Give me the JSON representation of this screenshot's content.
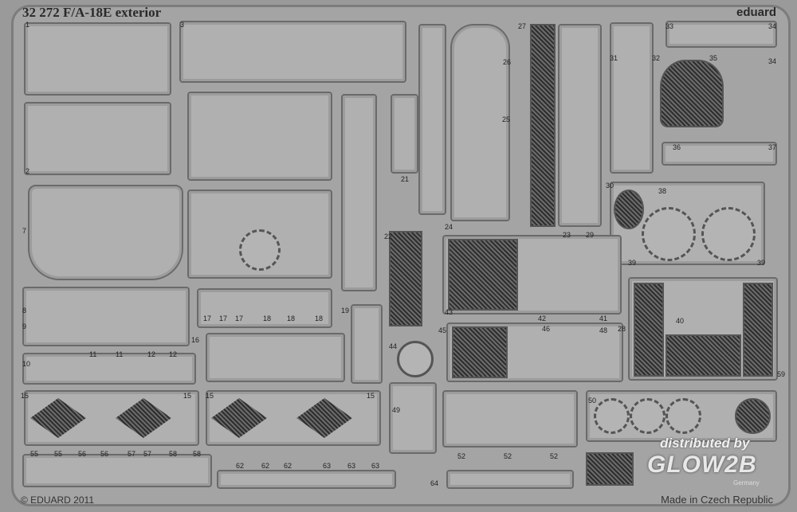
{
  "header": {
    "title": "32 272  F/A-18E exterior",
    "brand": "eduard"
  },
  "footer": {
    "copyright": "© EDUARD 2011",
    "made_in": "Made in Czech Republic"
  },
  "watermark": {
    "line1": "distributed by",
    "logo": "GLOW2B",
    "sub": "Germany"
  },
  "part_numbers": [
    "1",
    "2",
    "3",
    "7",
    "8",
    "9",
    "10",
    "11",
    "11",
    "12",
    "12",
    "15",
    "15",
    "15",
    "15",
    "16",
    "17",
    "17",
    "17",
    "18",
    "18",
    "18",
    "19",
    "21",
    "22",
    "23",
    "24",
    "25",
    "26",
    "27",
    "28",
    "29",
    "30",
    "31",
    "32",
    "33",
    "34",
    "34",
    "35",
    "36",
    "37",
    "38",
    "39",
    "39",
    "40",
    "41",
    "42",
    "43",
    "44",
    "45",
    "46",
    "48",
    "49",
    "50",
    "52",
    "52",
    "52",
    "55",
    "55",
    "56",
    "56",
    "57",
    "57",
    "58",
    "58",
    "59",
    "62",
    "62",
    "62",
    "63",
    "63",
    "63",
    "64"
  ]
}
